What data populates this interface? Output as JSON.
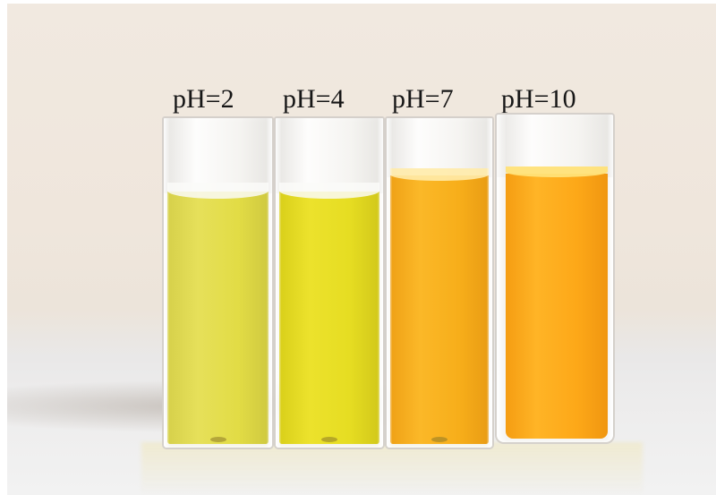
{
  "labels": [
    "pH=2",
    "pH=4",
    "pH=7",
    "pH=10"
  ],
  "colors": {
    "background": "#efe6dc",
    "liquid_ph2": "#e2dc45",
    "liquid_ph4": "#e6dd22",
    "liquid_ph7": "#f7ae1a",
    "liquid_ph10": "#fda818",
    "label_text": "#161616"
  }
}
